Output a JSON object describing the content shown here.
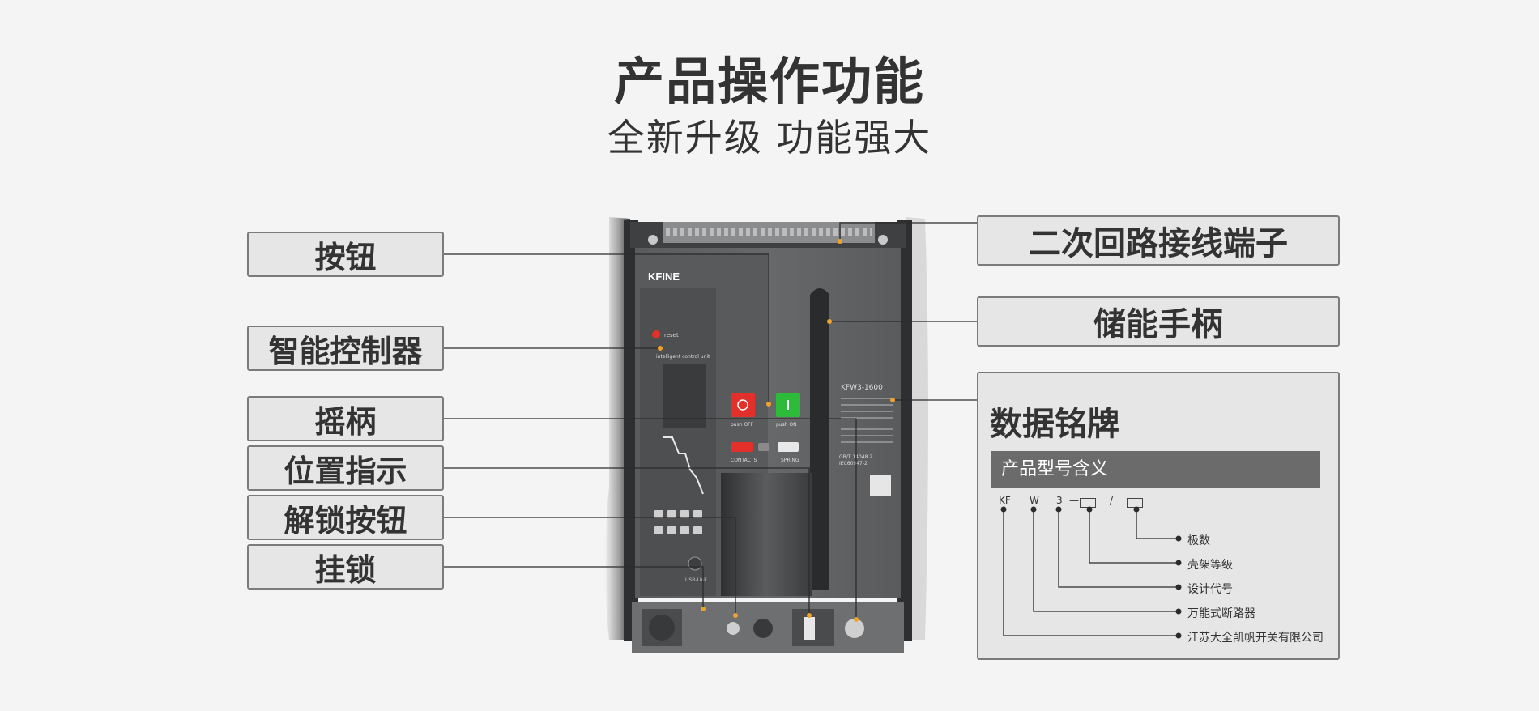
{
  "header": {
    "title": "产品操作功能",
    "subtitle": "全新升级 功能强大"
  },
  "left_labels": [
    "按钮",
    "智能控制器",
    "摇柄",
    "位置指示",
    "解锁按钮",
    "挂锁"
  ],
  "right_labels": {
    "terminal": "二次回路接线端子",
    "handle": "储能手柄"
  },
  "nameplate": {
    "title": "数据铭牌",
    "bar": "产品型号含义",
    "codes": [
      "KF",
      "W",
      "3",
      "—",
      "/"
    ],
    "items": [
      "极数",
      "壳架等级",
      "设计代号",
      "万能式断路器",
      "江苏大全凯帆开关有限公司"
    ]
  },
  "device": {
    "brand": "KFINE",
    "model": "KFW3-1600",
    "reset": "reset",
    "controller_text": "intelligent control unit",
    "push_off": "push OFF",
    "push_on": "push ON",
    "contacts": "CONTACTS",
    "spring": "SPRING",
    "usb": "USB-Link",
    "standard": "GB/T 14048.2",
    "iec": "IEC60947-2"
  },
  "colors": {
    "device_body": "#5d5e60",
    "off_button": "#e3302b",
    "on_button": "#2dbb3a",
    "leader_dot": "#f0a22a",
    "label_bg": "#e6e6e6",
    "bar_bg": "#6b6b6b"
  }
}
